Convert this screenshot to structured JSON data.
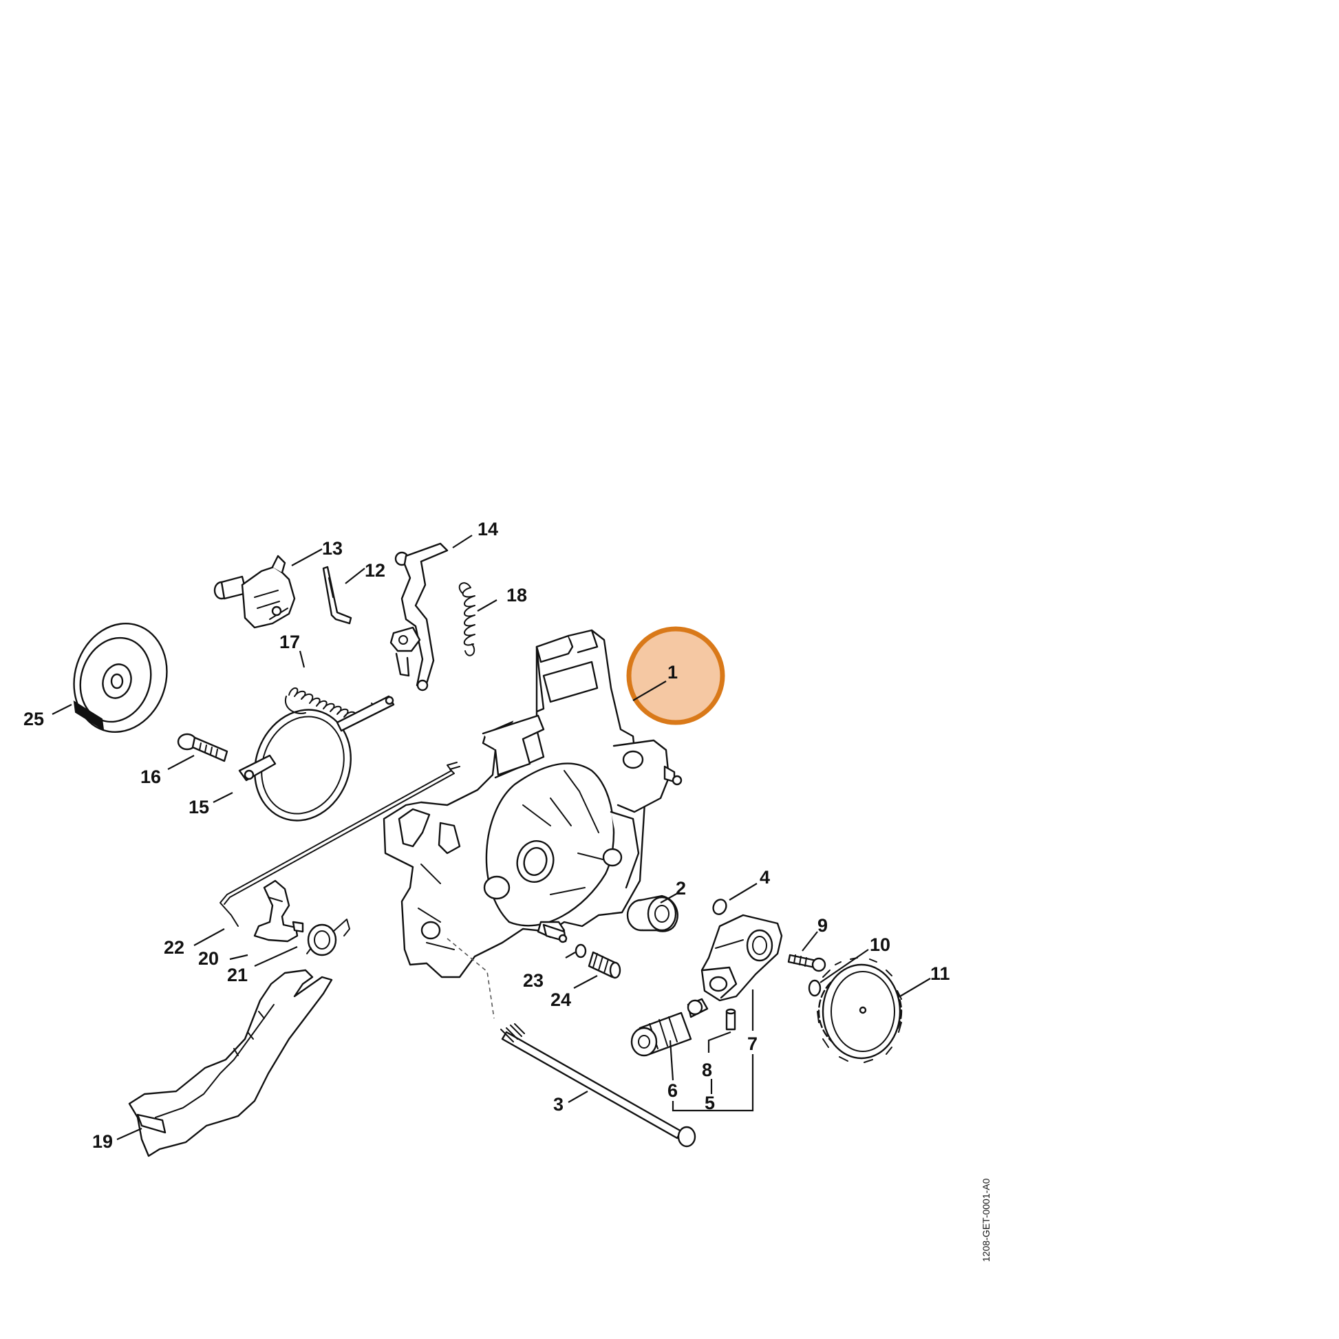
{
  "diagram": {
    "highlight_color": "#d97919",
    "highlight_fill": "#f5c8a3",
    "highlighted_callout": "1",
    "document_id": "1208-GET-0001-A0",
    "callouts": [
      "1",
      "2",
      "3",
      "4",
      "5",
      "6",
      "7",
      "8",
      "9",
      "10",
      "11",
      "12",
      "13",
      "14",
      "15",
      "16",
      "17",
      "18",
      "19",
      "20",
      "21",
      "22",
      "23",
      "24",
      "25"
    ]
  }
}
